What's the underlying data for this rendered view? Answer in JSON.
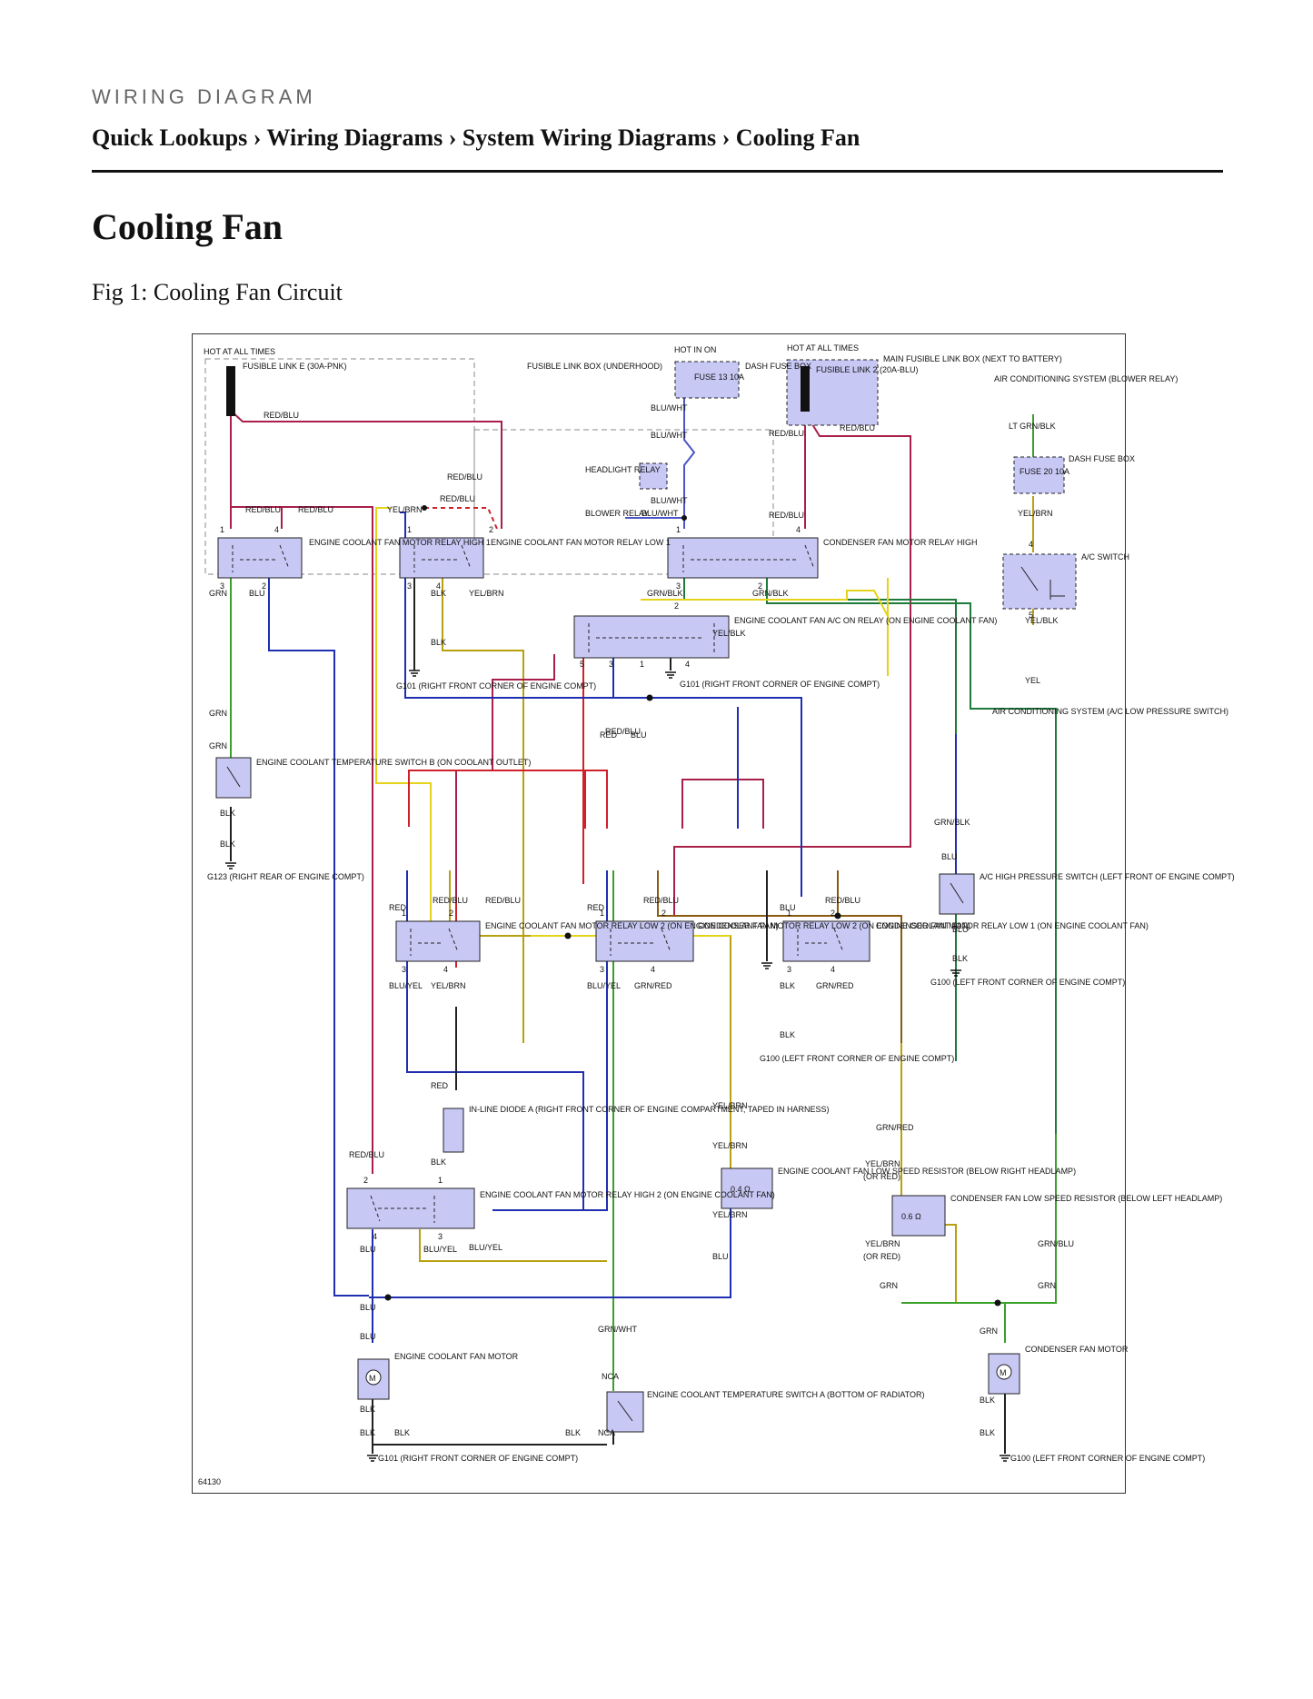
{
  "header": {
    "kicker": "WIRING DIAGRAM",
    "breadcrumb": "Quick Lookups › Wiring Diagrams › System Wiring Diagrams › Cooling Fan"
  },
  "page": {
    "title": "Cooling Fan",
    "figure_caption": "Fig 1: Cooling Fan Circuit"
  },
  "diagram": {
    "figure_id": "64130",
    "wire_colors": {
      "RED": "#d0202a",
      "RED/BLU": "#a8204a",
      "BLU": "#1f2fb0",
      "GRN": "#3aa02a",
      "GRN/BLK": "#1f7a3a",
      "YEL": "#e6d21a",
      "YEL/BRN": "#b8a010",
      "BLU/WHT": "#4b55c8",
      "GRN/RED": "#8a5a10",
      "BLK": "#222222",
      "GRN/BLU": "#2a8a6a"
    },
    "labels": {
      "hot1": "HOT AT ALL TIMES",
      "fl_e": "FUSIBLE LINK E (30A-PNK)",
      "flb": "FUSIBLE LINK BOX (UNDERHOOD)",
      "hot_in_on": "HOT IN ON",
      "fuse13": "FUSE 13 10A",
      "dash_fuse_box": "DASH FUSE BOX",
      "hot2": "HOT AT ALL TIMES",
      "fl2": "FUSIBLE LINK 2 (20A-BLU)",
      "main_flb": "MAIN FUSIBLE LINK BOX (NEXT TO BATTERY)",
      "ac_system": "AIR CONDITIONING SYSTEM (BLOWER RELAY)",
      "fuse20": "FUSE 20 10A",
      "dash_fuse_box2": "DASH FUSE BOX",
      "ac_switch": "A/C SWITCH",
      "ac_lowp": "AIR CONDITIONING SYSTEM (A/C LOW PRESSURE SWITCH)",
      "headlight_relay": "HEADLIGHT RELAY",
      "blower_relay": "BLOWER RELAY",
      "rly_high1": "ENGINE COOLANT FAN MOTOR RELAY HIGH 1",
      "rly_low1": "ENGINE COOLANT FAN MOTOR RELAY LOW 1",
      "rly_cond_high": "CONDENSER FAN MOTOR RELAY HIGH",
      "rly_acon": "ENGINE COOLANT FAN A/C ON RELAY (ON ENGINE COOLANT FAN)",
      "g101_a": "G101 (RIGHT FRONT CORNER OF ENGINE COMPT)",
      "g101_b": "G101 (RIGHT FRONT CORNER OF ENGINE COMPT)",
      "ect_b": "ENGINE COOLANT TEMPERATURE SWITCH B (ON COOLANT OUTLET)",
      "g123": "G123 (RIGHT REAR OF ENGINE COMPT)",
      "ac_highp": "A/C HIGH PRESSURE SWITCH (LEFT FRONT OF ENGINE COMPT)",
      "g100_a": "G100 (LEFT FRONT CORNER OF ENGINE COMPT)",
      "rly_low2": "ENGINE COOLANT FAN MOTOR RELAY LOW 2 (ON ENGINE COOLANT FAN)",
      "rly_cond_low2": "CONDENSER FAN MOTOR RELAY LOW 2 (ON ENGINE COOLANT FAN)",
      "rly_cond_low1": "CONDENSER FAN MOTOR RELAY LOW 1 (ON ENGINE COOLANT FAN)",
      "g100_b": "G100 (LEFT FRONT CORNER OF ENGINE COMPT)",
      "diode": "IN-LINE DIODE A (RIGHT FRONT CORNER OF ENGINE COMPARTMENT, TAPED IN HARNESS)",
      "rly_high2": "ENGINE COOLANT FAN MOTOR RELAY HIGH 2 (ON ENGINE COOLANT FAN)",
      "res_eng": "ENGINE COOLANT FAN LOW SPEED RESISTOR (BELOW RIGHT HEADLAMP)",
      "res_eng_val": "0.4 Ω",
      "res_cond": "CONDENSER FAN LOW SPEED RESISTOR (BELOW LEFT HEADLAMP)",
      "res_cond_val": "0.6 Ω",
      "motor_eng": "ENGINE COOLANT FAN MOTOR",
      "ect_a": "ENGINE COOLANT TEMPERATURE SWITCH A (BOTTOM OF RADIATOR)",
      "motor_cond": "CONDENSER FAN MOTOR",
      "g101_c": "G101 (RIGHT FRONT CORNER OF ENGINE COMPT)",
      "g100_c": "G100 (LEFT FRONT CORNER OF ENGINE COMPT)",
      "yel_or_red": "(OR RED)",
      "m": "M"
    },
    "wire_tags": {
      "red_blu": "RED/BLU",
      "red": "RED",
      "blu": "BLU",
      "grn": "GRN",
      "blk": "BLK",
      "yel": "YEL",
      "yel_brn": "YEL/BRN",
      "yel_blk": "YEL/BLK",
      "blu_wht": "BLU/WHT",
      "blu_yel": "BLU/YEL",
      "grn_blk": "GRN/BLK",
      "grn_red": "GRN/RED",
      "grn_wht": "GRN/WHT",
      "grn_blu": "GRN/BLU",
      "lt_grn_blk": "LT GRN/BLK",
      "nca": "NCA"
    },
    "pins": [
      "1",
      "2",
      "3",
      "4",
      "5"
    ]
  }
}
